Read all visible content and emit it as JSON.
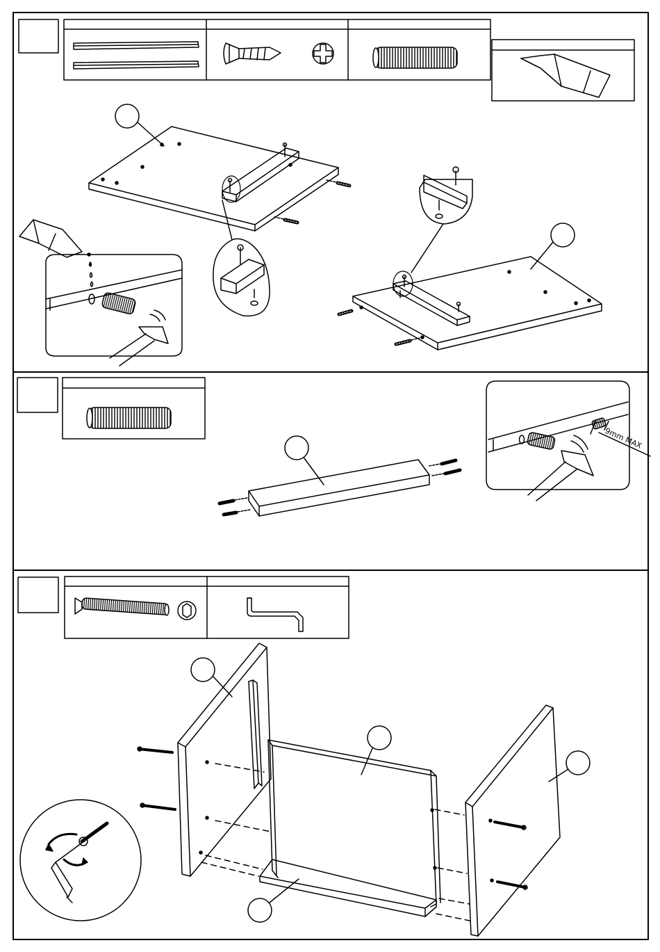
{
  "page": {
    "kind": "furniture assembly instruction sheet",
    "ink_color": "#000000",
    "paper_color": "#ffffff"
  },
  "steps": [
    {
      "id": "step-1",
      "parts_legend": [
        {
          "icon": "cam-rail-icon",
          "count_shown": 2
        },
        {
          "icon": "screw-icon"
        },
        {
          "icon": "phillips-head-icon"
        },
        {
          "icon": "wooden-dowel-icon"
        },
        {
          "icon": "glue-bottle-icon"
        }
      ]
    },
    {
      "id": "step-2",
      "parts_legend": [
        {
          "icon": "wooden-dowel-icon"
        }
      ],
      "detail_annotation": "9mm MAX"
    },
    {
      "id": "step-3",
      "parts_legend": [
        {
          "icon": "connector-bolt-icon"
        },
        {
          "icon": "hex-socket-icon"
        },
        {
          "icon": "allen-key-icon"
        }
      ]
    }
  ]
}
